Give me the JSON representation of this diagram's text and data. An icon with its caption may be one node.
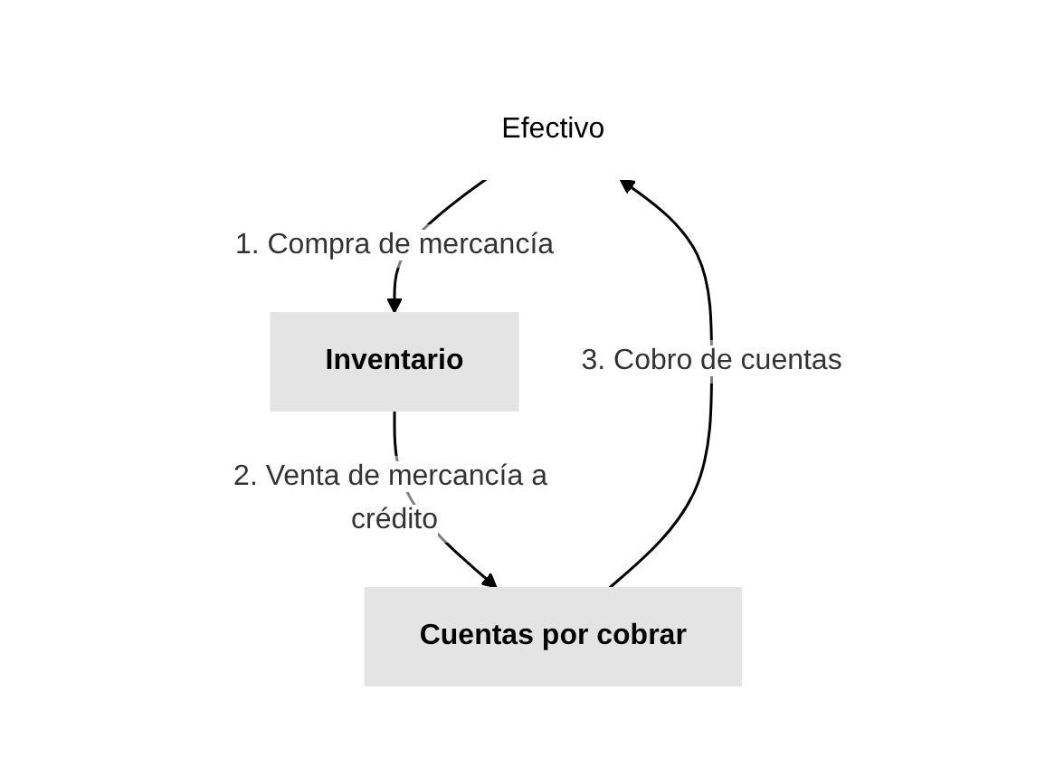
{
  "diagram": {
    "nodes": [
      {
        "text": [
          "Efectivo"
        ]
      },
      {
        "text": [
          "Inventario"
        ]
      },
      {
        "text": [
          "Cuentas por cobrar"
        ]
      }
    ],
    "edges": [
      {
        "from": 0,
        "to": 1,
        "arrow": "to",
        "label": "1. Compra de mercancía"
      },
      {
        "from": 1,
        "to": 2,
        "arrow": "to",
        "label": "2. Venta de mercancía a crédito"
      },
      {
        "from": 2,
        "to": 0,
        "arrow": "to",
        "label": "3. Cobro de cuentas"
      }
    ]
  }
}
